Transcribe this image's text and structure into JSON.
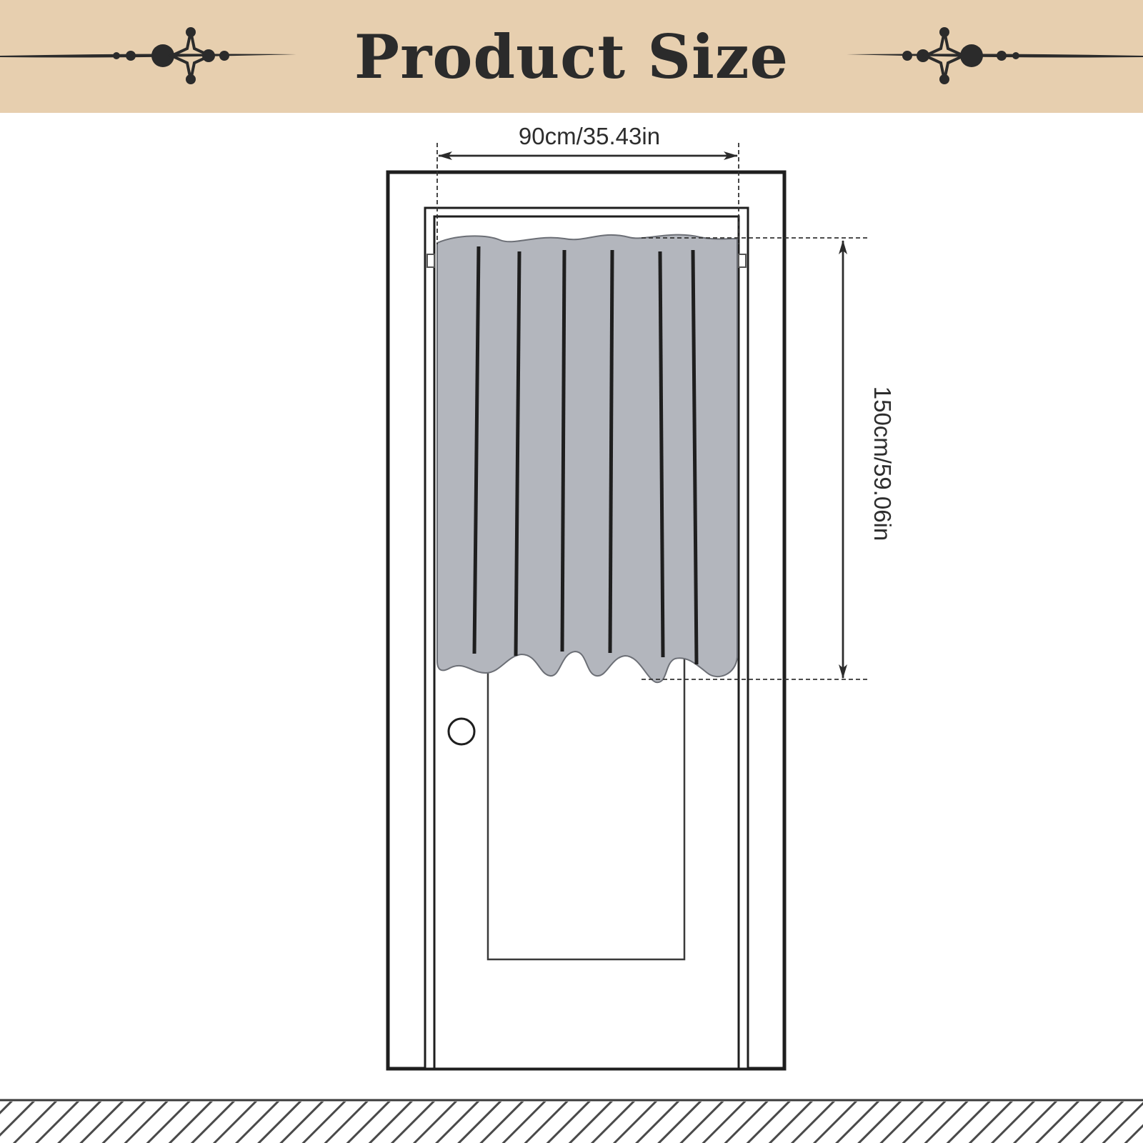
{
  "header": {
    "title": "Product Size"
  },
  "dimensions": {
    "width_label": "90cm/35.43in",
    "height_label": "150cm/59.06in"
  },
  "colors": {
    "banner": "#e7cfaf",
    "ink": "#2b2b2b",
    "curtain": "#b3b6bd",
    "background": "#ffffff"
  }
}
